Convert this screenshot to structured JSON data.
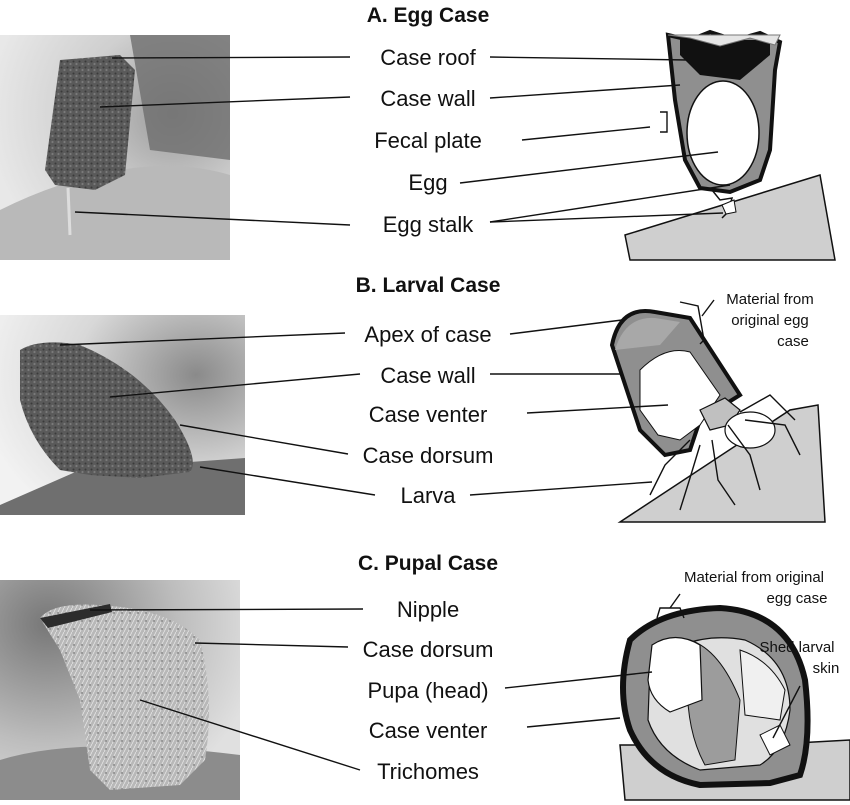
{
  "sections": [
    {
      "title": "A. Egg Case",
      "labels": [
        "Case roof",
        "Case wall",
        "Fecal plate",
        "Egg",
        "Egg stalk"
      ]
    },
    {
      "title": "B. Larval Case",
      "labels": [
        "Apex of case",
        "Case wall",
        "Case venter",
        "Case dorsum",
        "Larva"
      ],
      "annotation": [
        "Material from",
        "original egg",
        "case"
      ]
    },
    {
      "title": "C. Pupal Case",
      "labels": [
        "Nipple",
        "Case dorsum",
        "Pupa (head)",
        "Case venter",
        "Trichomes"
      ],
      "annotation_top": [
        "Material from original",
        "egg case"
      ],
      "annotation_side": [
        "Shed larval",
        "skin"
      ]
    }
  ]
}
